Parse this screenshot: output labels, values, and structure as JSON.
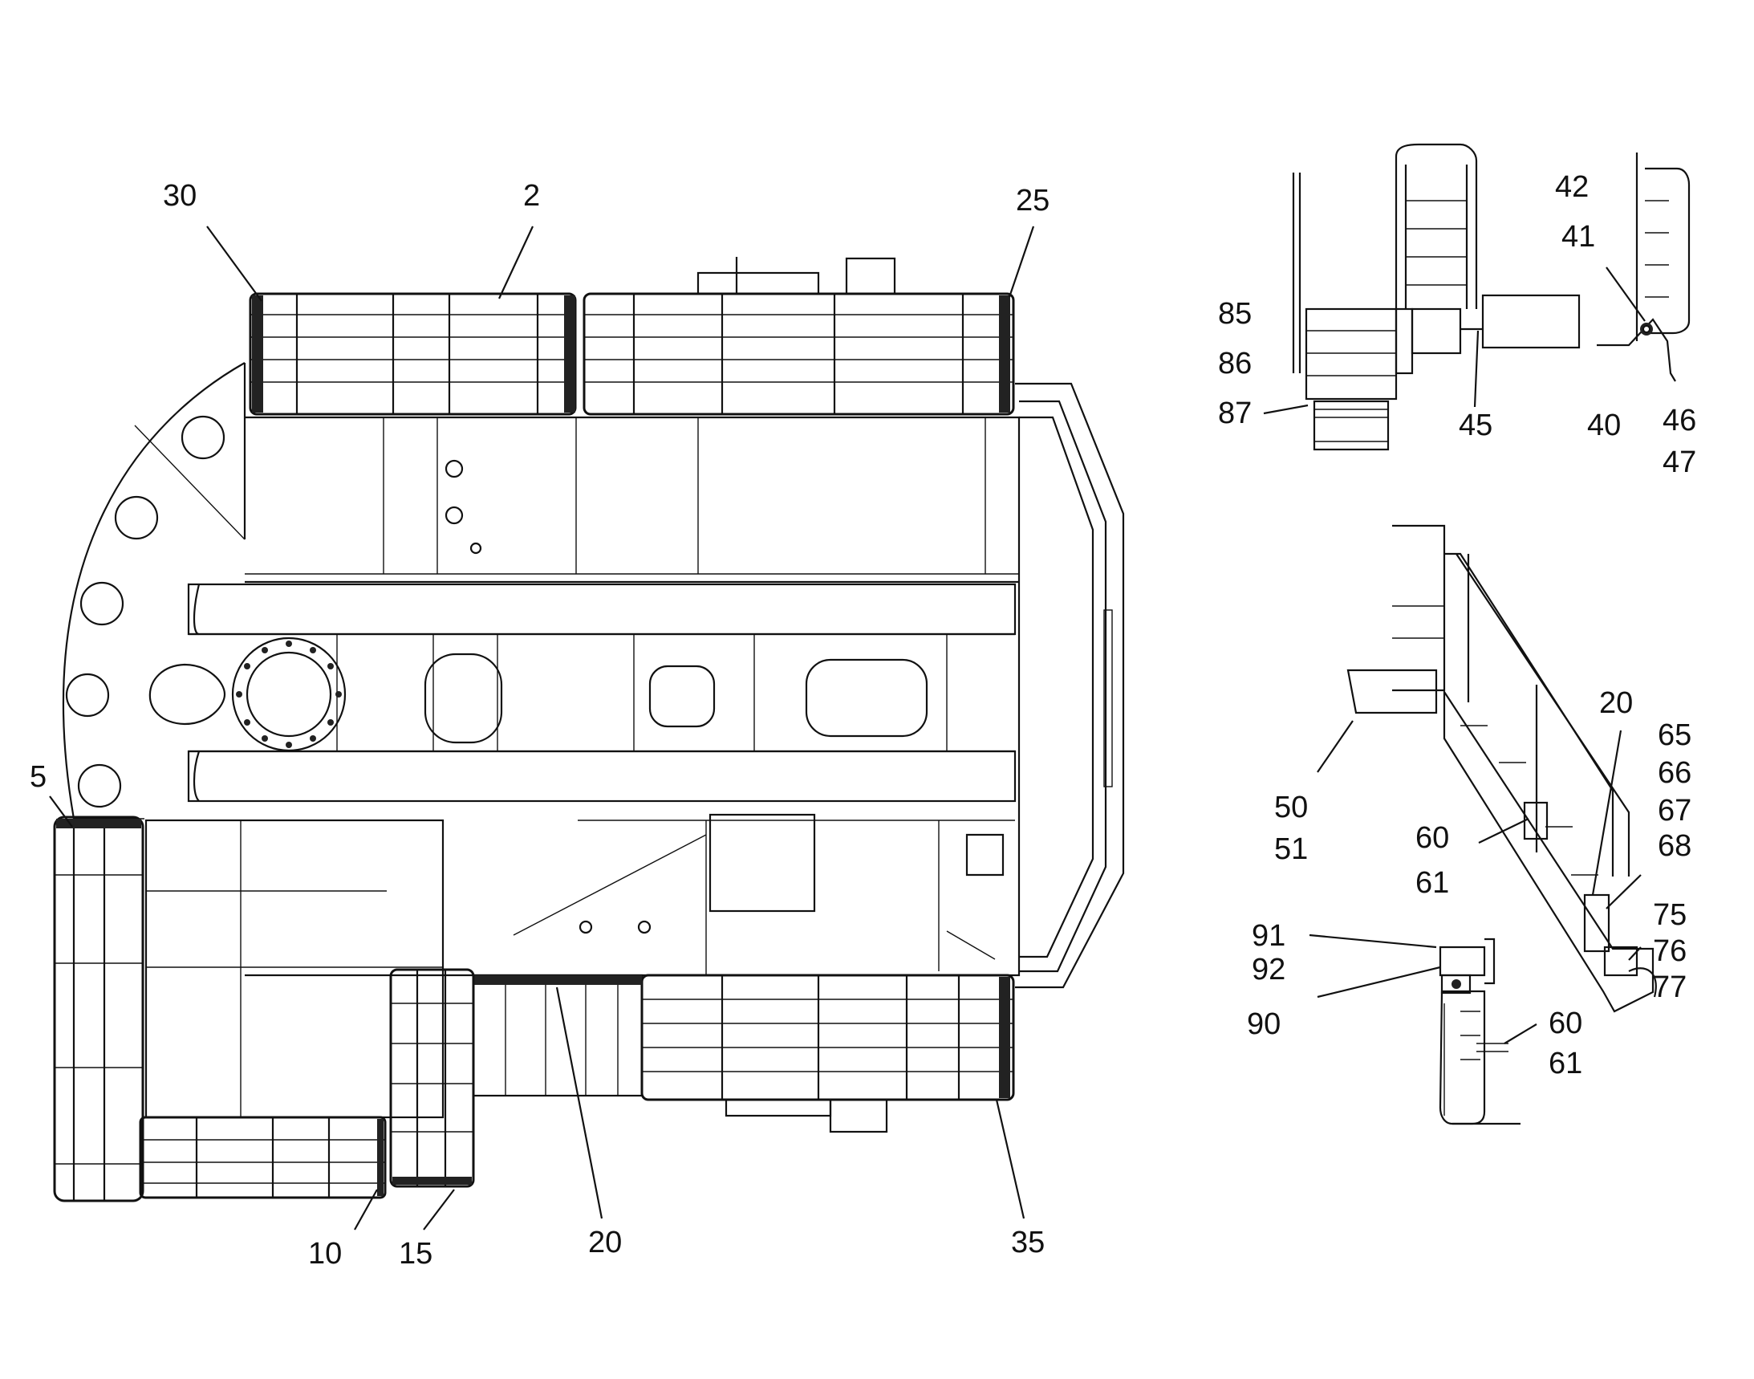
{
  "diagram": {
    "callouts_main": [
      "30",
      "2",
      "25",
      "5",
      "10",
      "15",
      "20",
      "35"
    ],
    "callouts_ladder": [
      "85",
      "86",
      "87",
      "45",
      "42",
      "41",
      "40",
      "46",
      "47"
    ],
    "callouts_stair": [
      "20",
      "65",
      "66",
      "67",
      "68",
      "50",
      "51",
      "60",
      "61",
      "75",
      "76",
      "77"
    ],
    "callouts_step": [
      "91",
      "92",
      "90",
      "60",
      "61"
    ]
  }
}
